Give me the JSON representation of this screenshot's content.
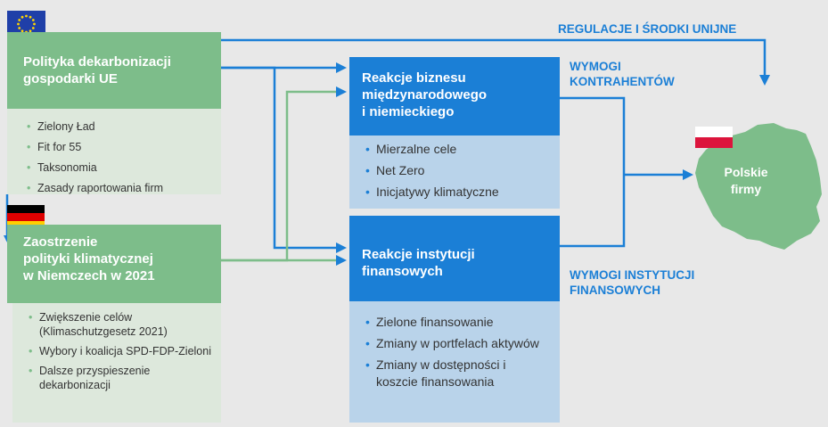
{
  "eu_box": {
    "title_line1": "Polityka dekarbonizacji",
    "title_line2": "gospodarki UE",
    "items": [
      "Zielony Ład",
      "Fit for 55",
      "Taksonomia",
      "Zasady raportowania firm"
    ]
  },
  "de_box": {
    "title_line1": "Zaostrzenie",
    "title_line2": "polityki klimatycznej",
    "title_line3": "w Niemczech w 2021",
    "items": [
      "Zwiększenie celów (Klimaschutzgesetz 2021)",
      "Wybory i koalicja SPD-FDP-Zieloni",
      "Dalsze przyspieszenie dekarbonizacji"
    ]
  },
  "business_box": {
    "title_line1": "Reakcje biznesu",
    "title_line2": "międzynarodowego",
    "title_line3": "i niemieckiego",
    "items": [
      "Mierzalne cele",
      "Net Zero",
      "Inicjatywy klimatyczne"
    ]
  },
  "finance_box": {
    "title_line1": "Reakcje instytucji",
    "title_line2": "finansowych",
    "items": [
      "Zielone finansowanie",
      "Zmiany w portfelach aktywów",
      "Zmiany w dostępności i koszcie finansowania"
    ]
  },
  "labels": {
    "eu_regulations": "REGULACJE I ŚRODKI UNIJNE",
    "counterparty_line1": "WYMOGI",
    "counterparty_line2": "KONTRAHENTÓW",
    "institutions_line1": "WYMOGI INSTYTUCJI",
    "institutions_line2": "FINANSOWYCH"
  },
  "poland": {
    "line1": "Polskie",
    "line2": "firmy"
  },
  "colors": {
    "green": "#7dbd8a",
    "green_light": "#dde8dc",
    "blue": "#1b7fd6",
    "blue_light": "#b9d3ea",
    "background": "#e8e8e8"
  }
}
